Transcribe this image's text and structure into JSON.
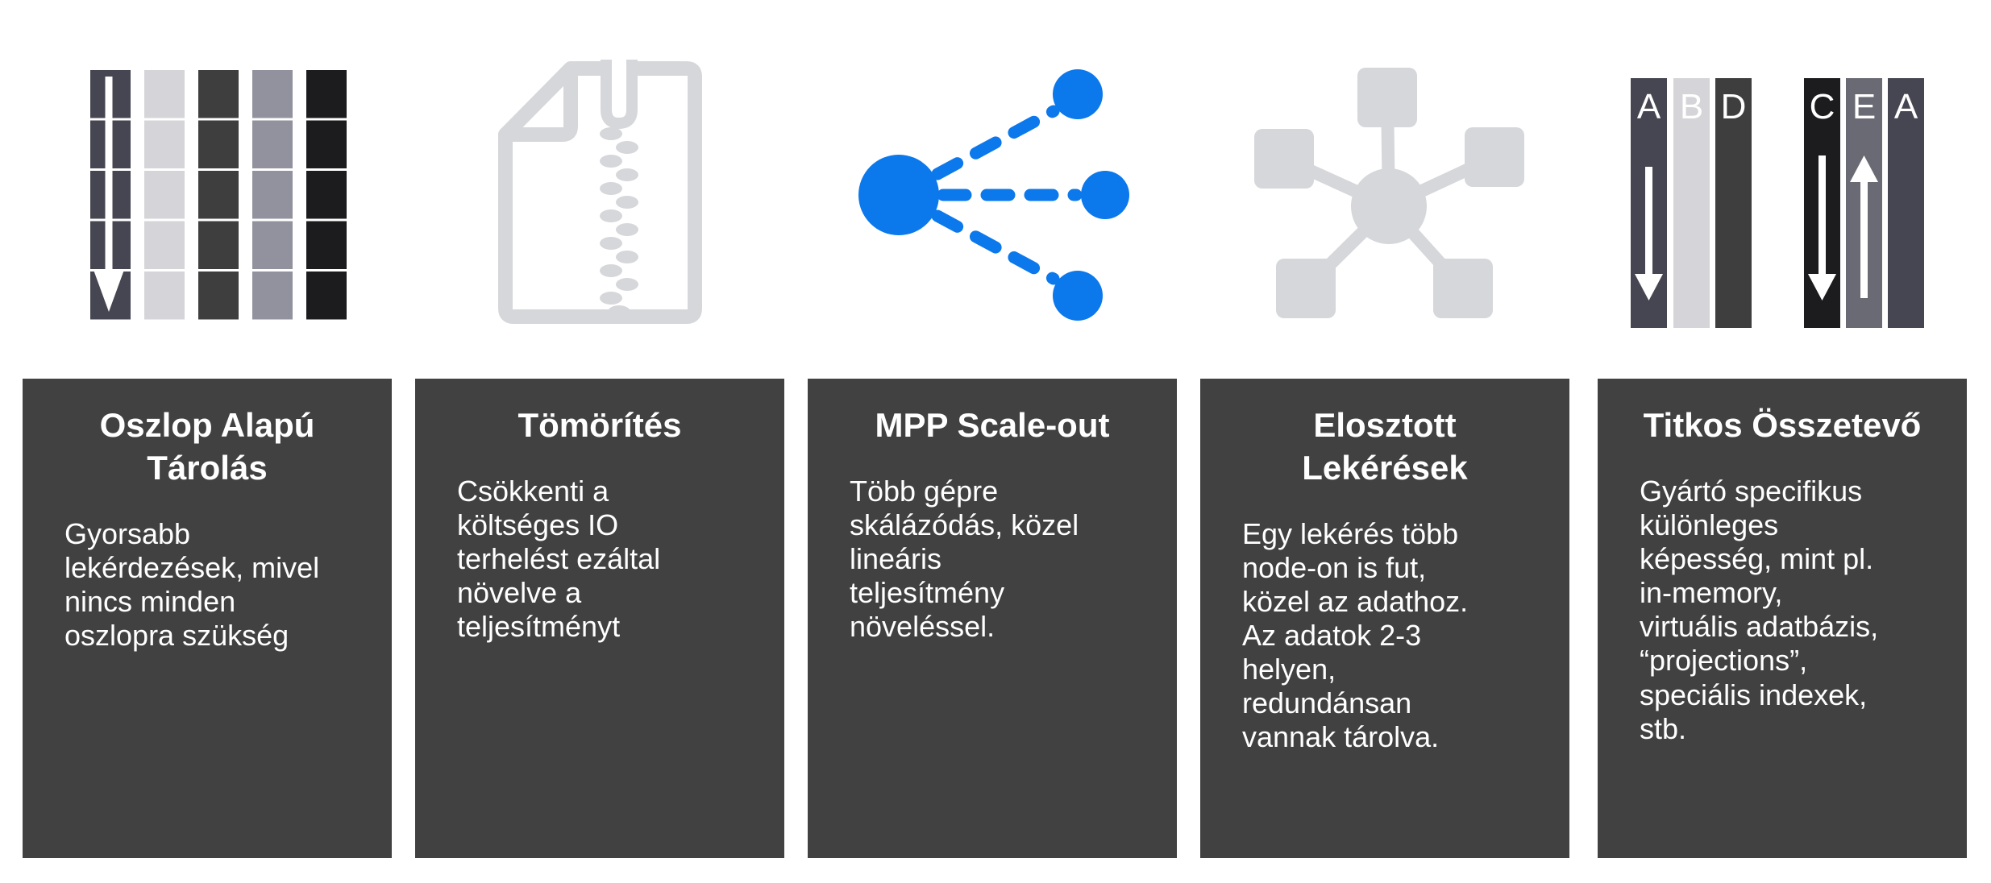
{
  "slide": {
    "columns": [
      {
        "icon": "column-storage-icon",
        "title": "Oszlop Alapú\nTárolás",
        "body": "Gyorsabb\nlekérdezések, mivel\nnincs minden\noszlopra szükség"
      },
      {
        "icon": "zip-compression-icon",
        "title": "Tömörítés",
        "body": "Csökkenti a\nköltséges IO\nterhelést ezáltal\nnövelve a\nteljesítményt"
      },
      {
        "icon": "mpp-scale-out-icon",
        "title": "MPP Scale-out",
        "body": "Több gépre\nskálázódás, közel\nlineáris\nteljesítmény\nnöveléssel."
      },
      {
        "icon": "distributed-queries-icon",
        "title": "Elosztott\nLekérések",
        "body": "Egy lekérés több\nnode-on is fut,\nközel az adathoz.\nAz adatok 2-3\nhelyen,\nredundánsan\nvannak tárolva."
      },
      {
        "icon": "secret-ingredient-columns-icon",
        "title": "Titkos Összetevő",
        "body": "Gyártó specifikus\nkülönleges\nképesség, mint pl.\nin-memory,\nvirtuális adatbázis,\n“projections”,\nspeciális indexek,\nstb."
      }
    ],
    "icon_letters": {
      "group1": [
        "A",
        "B",
        "D"
      ],
      "group2": [
        "C",
        "E",
        "A"
      ]
    },
    "colors": {
      "card_bg": "#414141",
      "text_white": "#ffffff",
      "accent_blue": "#0b78ec",
      "icon_gray": "#d6d7db",
      "bar_dark_slate": "#464652",
      "bar_light_gray": "#d5d5d9",
      "bar_dark_gray": "#3e3e3e",
      "bar_mauve_gray": "#92929e",
      "bar_near_black": "#1c1c1f",
      "bar_mid_gray": "#6a6a74"
    }
  }
}
